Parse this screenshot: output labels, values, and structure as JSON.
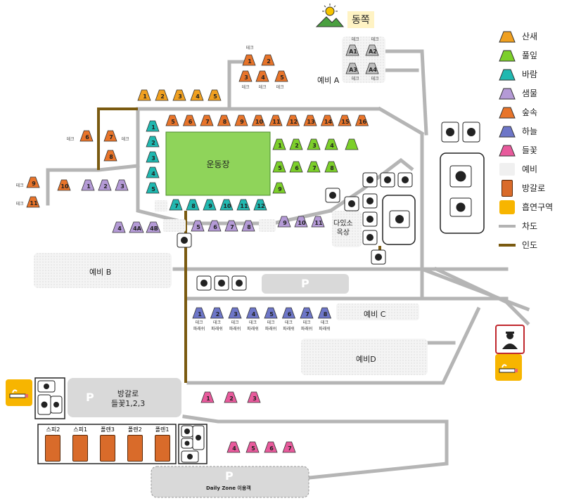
{
  "compass": {
    "east_label": "동쪽"
  },
  "central_field": {
    "label": "운동장"
  },
  "areas": {
    "reserve_a": "예비 A",
    "reserve_b": "예비 B",
    "reserve_c": "예비 C",
    "reserve_d": "예비D",
    "multipurpose": "다있소\n옥상",
    "parking_cabin": "방갈로\n들꽃1,2,3",
    "parking_daily": "Daily Zone 이용객",
    "parking_p": "P"
  },
  "deck_label": "데크",
  "parasol_label": "파래쉬",
  "cabins": [
    "스피2",
    "스피1",
    "폴렌3",
    "폴렌2",
    "폴렌1"
  ],
  "legend": [
    {
      "label": "산새",
      "color": "#f0a020"
    },
    {
      "label": "풀잎",
      "color": "#7ccf2a"
    },
    {
      "label": "바람",
      "color": "#20b8b0"
    },
    {
      "label": "샘물",
      "color": "#b49ad6"
    },
    {
      "label": "숲속",
      "color": "#e8742a"
    },
    {
      "label": "하늘",
      "color": "#6d76c8"
    },
    {
      "label": "들꽃",
      "color": "#e85a9c"
    },
    {
      "label": "예비",
      "color": "#e6e6e6"
    },
    {
      "label": "방갈로",
      "color": "#d96b2a"
    },
    {
      "label": "흡연구역",
      "color": "#f7b500"
    },
    {
      "label": "차도",
      "color": "#b3b3b3"
    },
    {
      "label": "인도",
      "color": "#7a5a10"
    }
  ],
  "icons": [
    "sun-mountain-icon",
    "playground-icon",
    "slide-icon",
    "pool-icon",
    "shower-icon",
    "sink-icon",
    "restroom-icon",
    "stairs-icon",
    "shop-icon",
    "no-smoking-guard-icon",
    "smoking-icon",
    "wc-icon"
  ]
}
